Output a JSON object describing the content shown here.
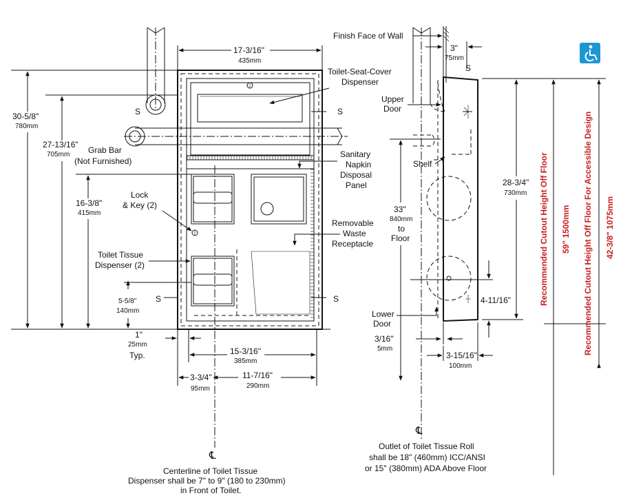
{
  "front": {
    "top_width_in": "17-3/16\"",
    "top_width_mm": "435mm",
    "seat_cover_label": [
      "Toilet-Seat-Cover",
      "Dispenser"
    ],
    "s": "S",
    "height_a_in": "30-5/8\"",
    "height_a_mm": "780mm",
    "height_b_in": "27-13/16\"",
    "height_b_mm": "705mm",
    "grab_bar_label": [
      "Grab Bar",
      "(Not Furnished)"
    ],
    "sanitary_label": [
      "Sanitary",
      "Napkin",
      "Disposal",
      "Panel"
    ],
    "lock_label": [
      "Lock",
      "& Key (2)"
    ],
    "height_c_in": "16-3/8\"",
    "height_c_mm": "415mm",
    "waste_label": [
      "Removable",
      "Waste",
      "Receptacle"
    ],
    "tissue_label": [
      "Toilet Tissue",
      "Dispenser (2)"
    ],
    "height_d_in": "5-5/8\"",
    "height_d_mm": "140mm",
    "one_in": "1\"",
    "one_mm": "25mm",
    "typ": "Typ.",
    "w2_in": "15-3/16\"",
    "w2_mm": "385mm",
    "w3_in": "3-3/4\"",
    "w3_mm": "95mm",
    "w4_in": "11-7/16\"",
    "w4_mm": "290mm",
    "cl": "℄",
    "centerline_note": [
      "Centerline of Toilet Tissue",
      "Dispenser shall be 7\" to 9\" (180 to 230mm)",
      "in Front of Toilet."
    ]
  },
  "side": {
    "finish_face": "Finish Face of Wall",
    "d3_in": "3\"",
    "d3_mm": "75mm",
    "upper_door": [
      "Upper",
      "Door"
    ],
    "shelf": "Shelf",
    "h33_in": "33\"",
    "h33_mm": "840mm",
    "h33_to": [
      "to",
      "Floor"
    ],
    "h28_in": "28-3/4\"",
    "h28_mm": "730mm",
    "h4_in": "4-11/16\"",
    "lower_door": [
      "Lower",
      "Door"
    ],
    "d316_in": "3/16\"",
    "d316_mm": "5mm",
    "d3_15_in": "3-15/16\"",
    "d3_15_mm": "100mm",
    "outlet_note": [
      "Outlet of Toilet Tissue Roll",
      "shall be 18\" (460mm) ICC/ANSI",
      "or 15\" (380mm) ADA Above Floor"
    ]
  },
  "ada": {
    "icon_color": "#1e96d2",
    "cutout_label": "Recommended Cutout Height Off Floor",
    "cutout_value": "59\"  1500mm",
    "accessible_label": "Recommended Cutout Height Off Floor For Accessible Design",
    "accessible_value": "42-3/8\"  1075mm",
    "label_color": "#c81e1e"
  }
}
